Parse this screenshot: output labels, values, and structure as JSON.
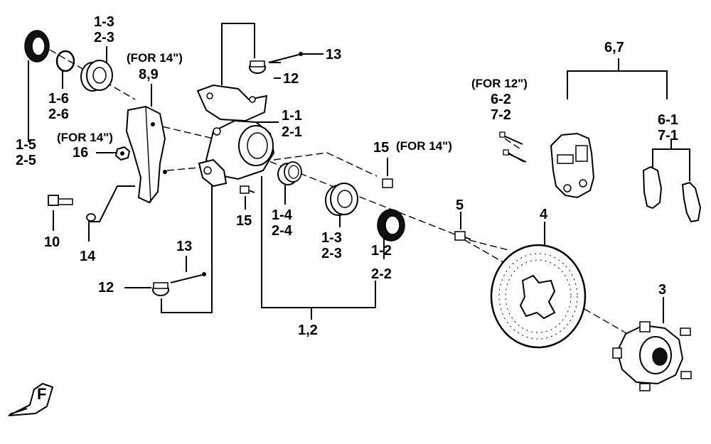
{
  "diagram": {
    "labels": {
      "l_1_5": "1-5",
      "l_2_5": "2-5",
      "l_1_6": "1-6",
      "l_2_6": "2-6",
      "l_1_3_top": "1-3",
      "l_2_3_top": "2-3",
      "l_for14_a": "(FOR 14\")",
      "l_8_9": "8,9",
      "l_13_top": "13",
      "l_12_top": "12",
      "l_1_1": "1-1",
      "l_2_1": "2-1",
      "l_for14_b": "(FOR 14\")",
      "l_16": "16",
      "l_15_right": "15",
      "l_for14_c": "(FOR 14\")",
      "l_10": "10",
      "l_14": "14",
      "l_15_low": "15",
      "l_1_4": "1-4",
      "l_2_4": "2-4",
      "l_1_3_low": "1-3",
      "l_2_3_low": "2-3",
      "l_1_2": "1-2",
      "l_2_2": "2-2",
      "l_13_low": "13",
      "l_12_low": "12",
      "l_1_2_main": "1,2",
      "l_for12": "(FOR 12\")",
      "l_6_2": "6-2",
      "l_7_2": "7-2",
      "l_6_7": "6,7",
      "l_6_1": "6-1",
      "l_7_1": "7-1",
      "l_5": "5",
      "l_4": "4",
      "l_3": "3"
    },
    "orientation_mark": "F"
  }
}
